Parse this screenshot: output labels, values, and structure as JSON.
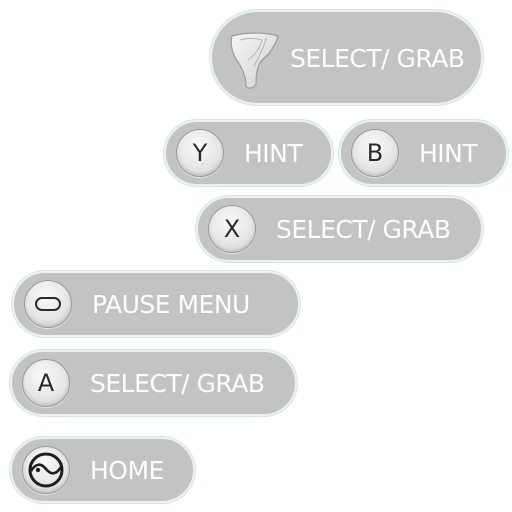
{
  "prompts": {
    "gesture_select": {
      "icon": "hand-pointer-icon",
      "label": "SELECT/ GRAB"
    },
    "y_hint": {
      "button": "Y",
      "label": "HINT"
    },
    "b_hint": {
      "button": "B",
      "label": "HINT"
    },
    "x_select": {
      "button": "X",
      "label": "SELECT/ GRAB"
    },
    "minus_pause": {
      "icon": "minus-button-icon",
      "label": "PAUSE MENU"
    },
    "a_select": {
      "button": "A",
      "label": "SELECT/ GRAB"
    },
    "home": {
      "icon": "home-button-icon",
      "label": "HOME"
    }
  },
  "colors": {
    "pill_background": "#c3c3c3",
    "label_text": "#fdfdfd",
    "button_glyph": "#2b2b2b"
  }
}
